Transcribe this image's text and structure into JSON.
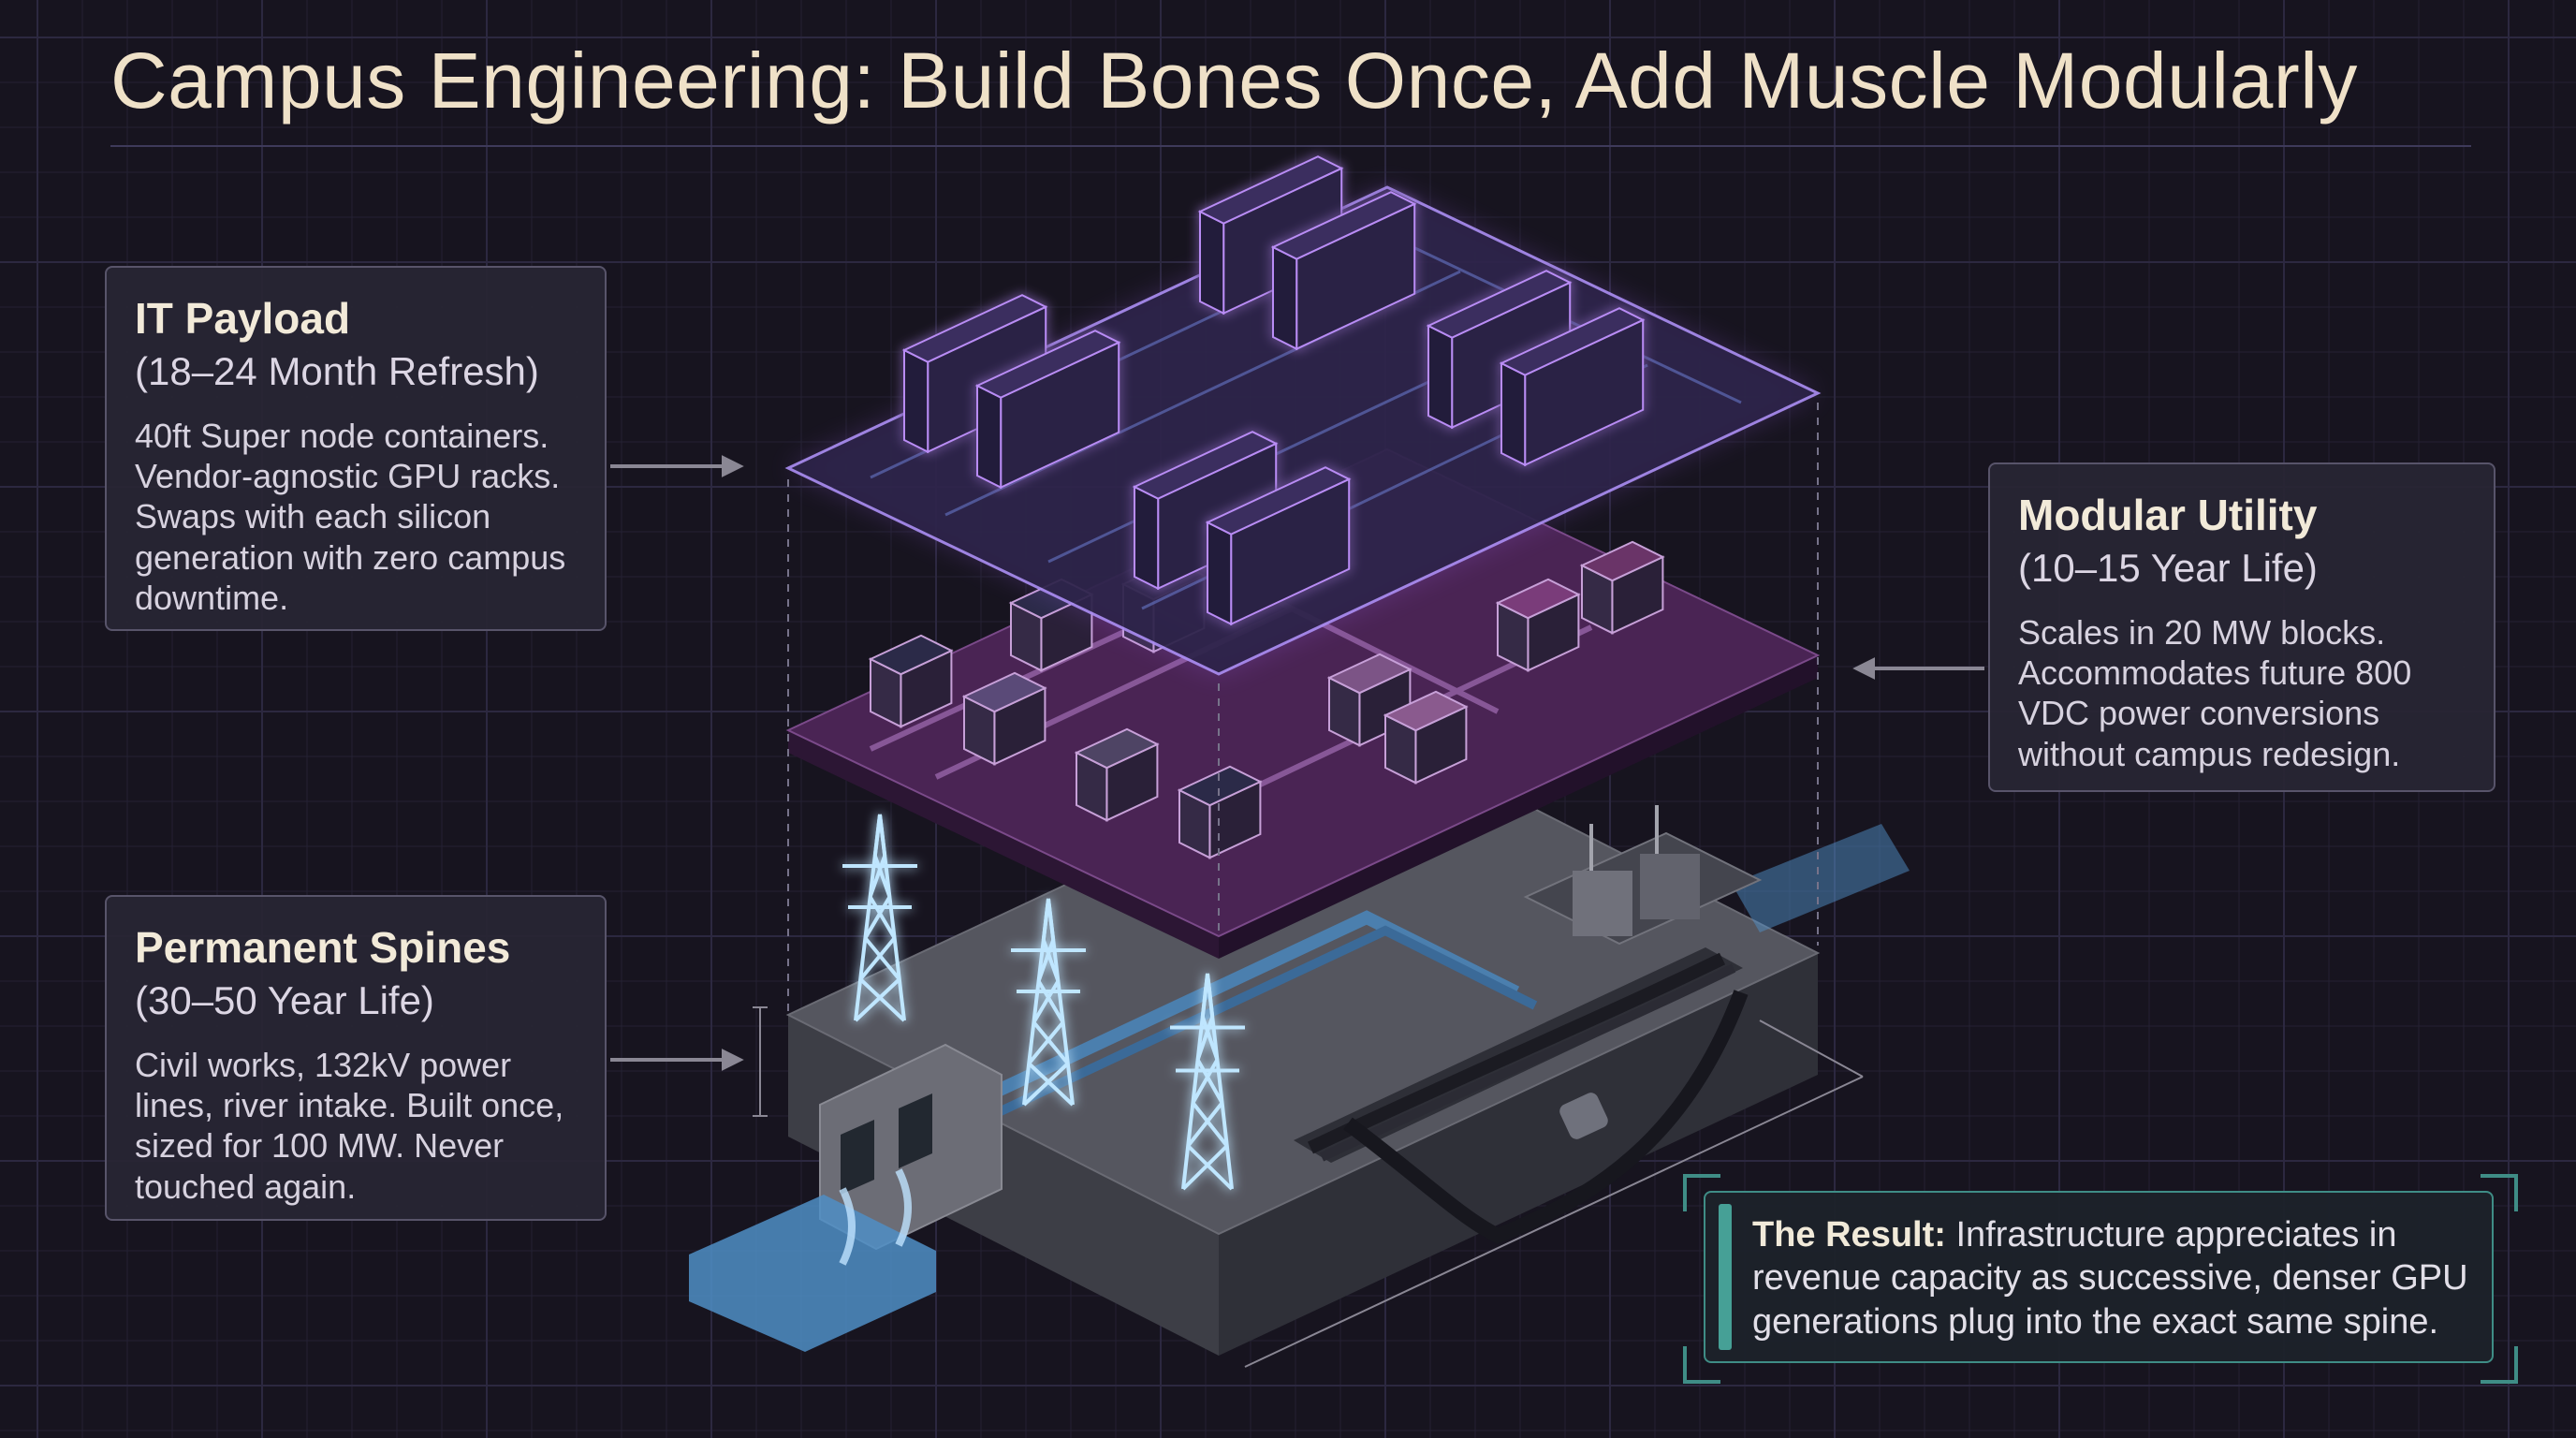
{
  "title": "Campus Engineering: Build Bones Once, Add Muscle Modularly",
  "layers": [
    {
      "id": "it_payload",
      "heading": "IT Payload",
      "lifespan": "(18–24 Month Refresh)",
      "description": "40ft Super node containers. Vendor-agnostic GPU racks. Swaps with each silicon generation with zero campus downtime."
    },
    {
      "id": "modular_utility",
      "heading": "Modular Utility",
      "lifespan": "(10–15 Year Life)",
      "description": "Scales in 20 MW blocks. Accommodates future 800 VDC power conversions without campus redesign."
    },
    {
      "id": "permanent_spines",
      "heading": "Permanent Spines",
      "lifespan": "(30–50 Year Life)",
      "description": "Civil works, 132kV power lines, river intake. Built once, sized for 100 MW. Never touched again."
    }
  ],
  "result": {
    "label": "The Result:",
    "text": " Infrastructure appreciates in revenue capacity as successive, denser GPU generations plug into the exact same spine."
  },
  "colors": {
    "background": "#17141f",
    "title": "#efe1c8",
    "payload_glow": "#b67cf0",
    "utility_deck": "#4a2454",
    "spine_concrete": "#52535b",
    "water": "#5aa6e6",
    "result_accent": "#46a096"
  }
}
